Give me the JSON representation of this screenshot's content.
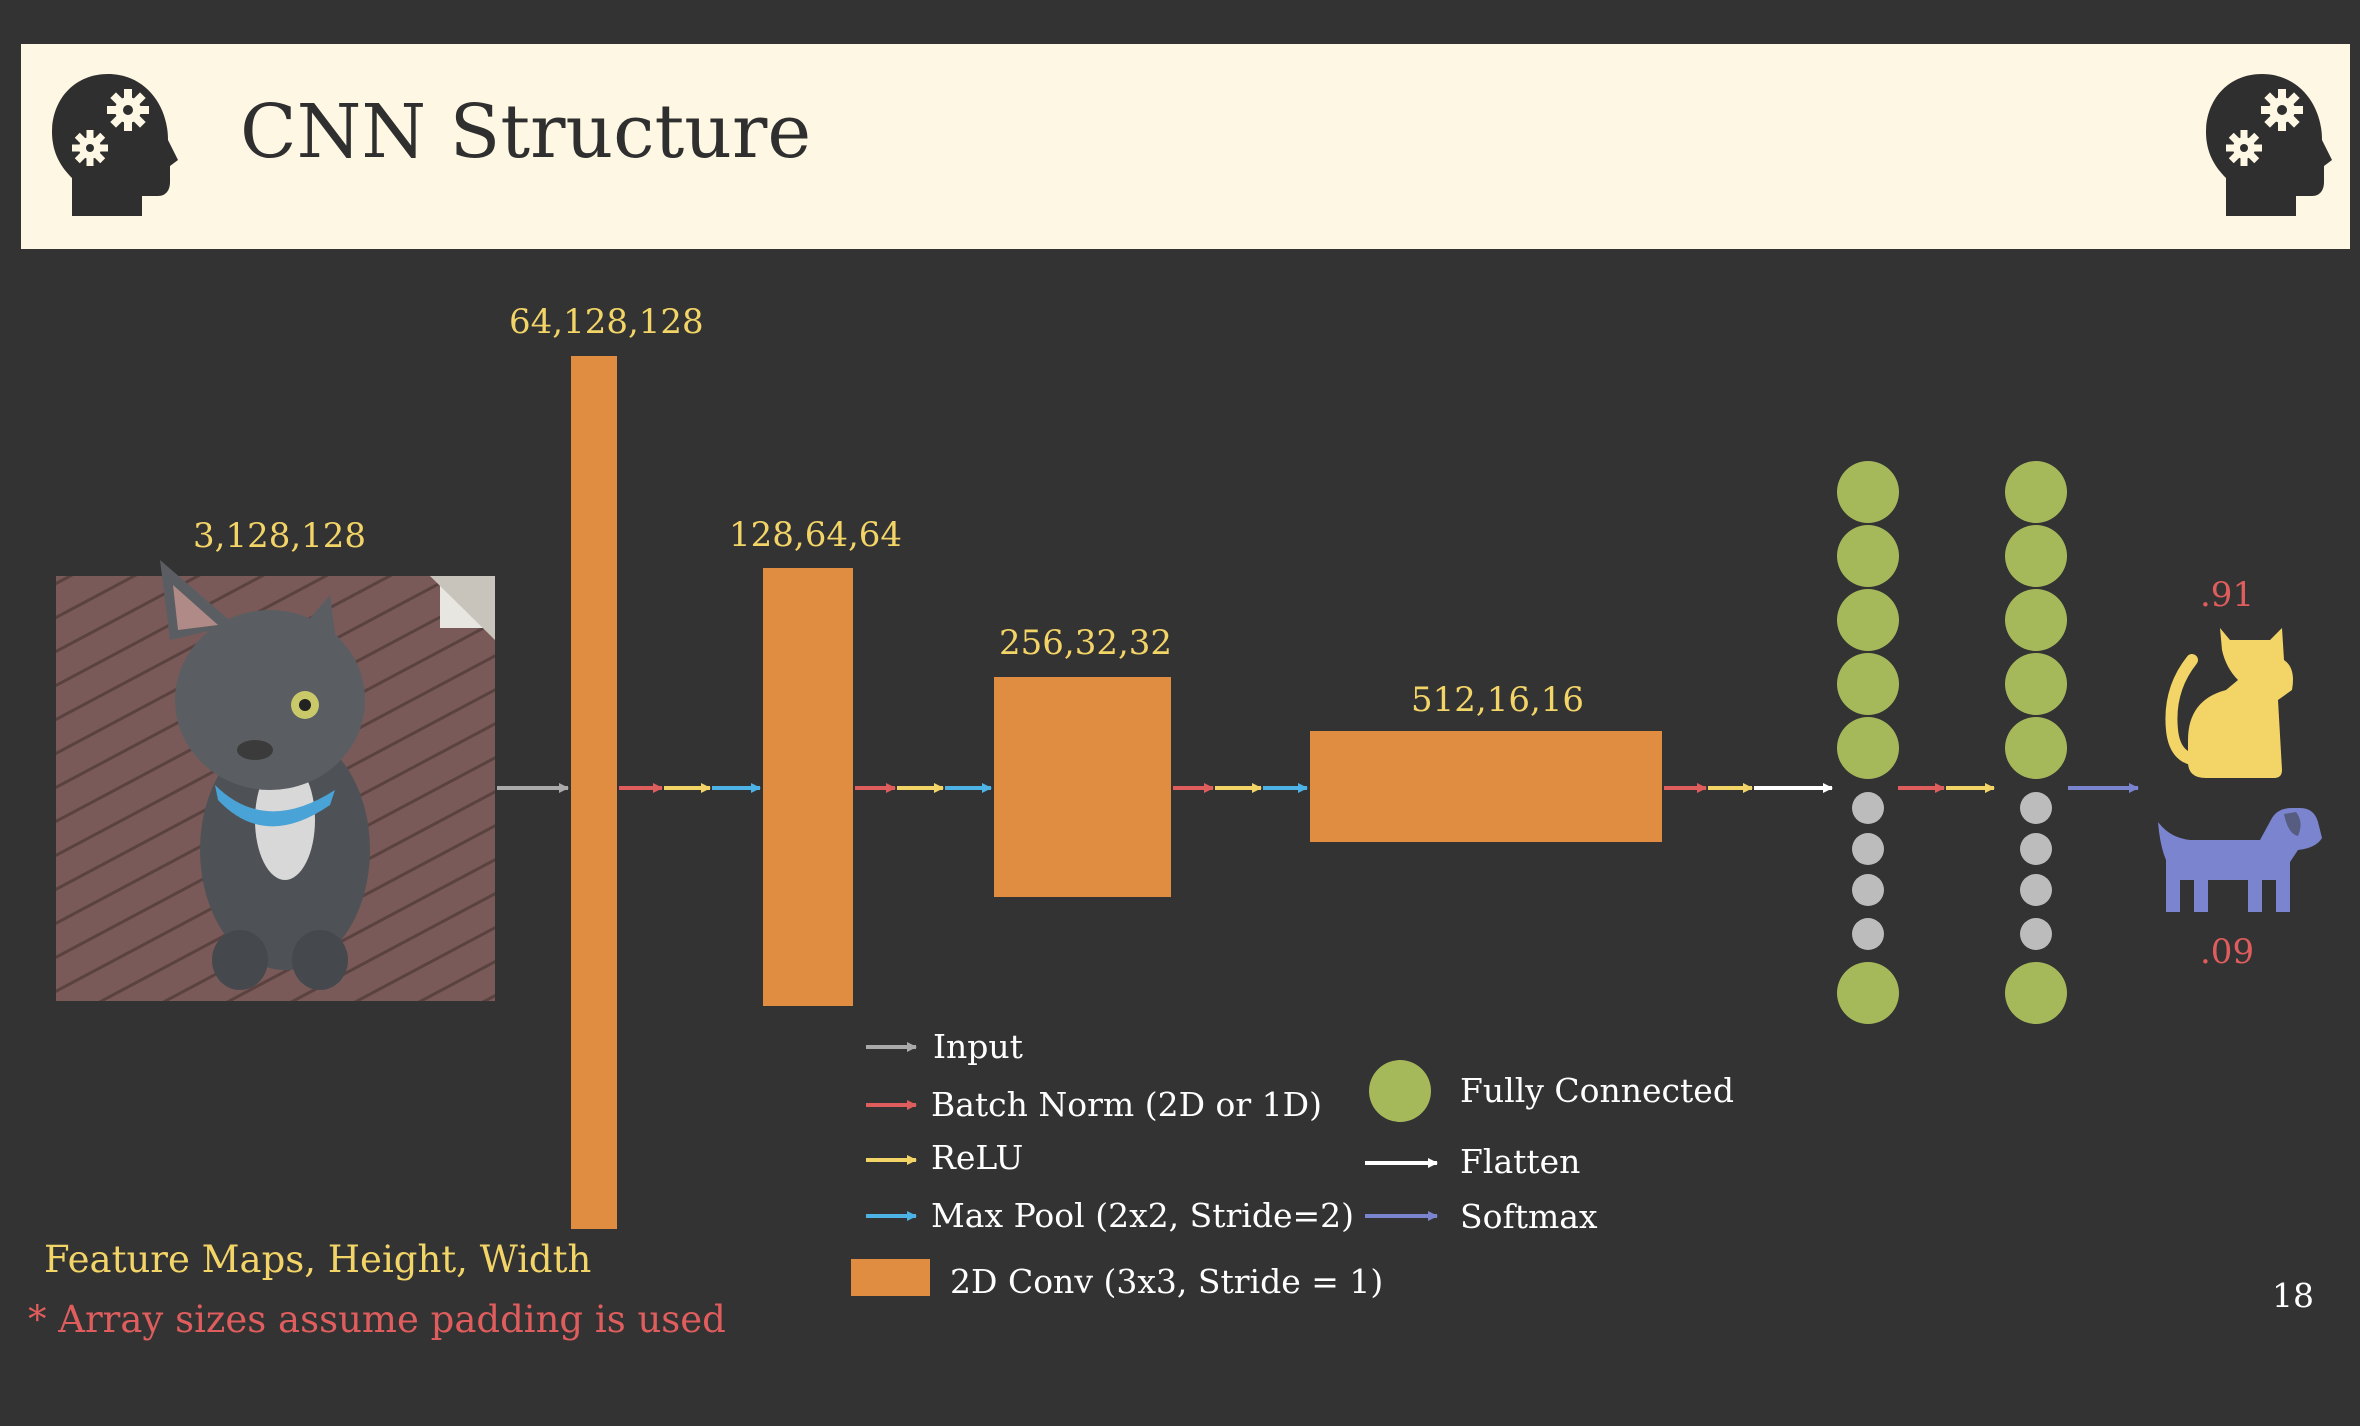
{
  "slide": {
    "title": "CNN Structure",
    "page_number": "18"
  },
  "layers": {
    "input_dims": "3,128,128",
    "conv1_dims": "64,128,128",
    "conv2_dims": "128,64,64",
    "conv3_dims": "256,32,32",
    "conv4_dims": "512,16,16"
  },
  "output": {
    "cat_prob": ".91",
    "dog_prob": ".09"
  },
  "legend": {
    "input": "Input",
    "batch_norm": "Batch Norm (2D or 1D)",
    "relu": "ReLU",
    "max_pool": "Max Pool (2x2, Stride=2)",
    "conv": "2D Conv (3x3, Stride = 1)",
    "fully_connected": "Fully Connected",
    "flatten": "Flatten",
    "softmax": "Softmax"
  },
  "footer": {
    "dims_note": "Feature Maps, Height, Width",
    "padding_note": "* Array sizes assume padding is used"
  },
  "colors": {
    "background": "#333333",
    "header_bg": "#fdf7e3",
    "conv_block": "#e08d42",
    "input_arrow": "#aaaaaa",
    "batch_norm_arrow": "#e05d5d",
    "relu_arrow": "#f3d467",
    "max_pool_arrow": "#4db3e6",
    "flatten_arrow": "#ffffff",
    "softmax_arrow": "#7b85cf",
    "fc_node": "#a5b95a",
    "ellipsis_node": "#bcbcbc",
    "cat_icon": "#f3d467",
    "dog_icon": "#7b85cf"
  },
  "icons": {
    "header_left": "brain-gears-head-icon",
    "header_right": "brain-gears-head-icon",
    "output_cat": "cat-icon",
    "output_dog": "dog-icon",
    "input_image": "kitten-photo"
  }
}
